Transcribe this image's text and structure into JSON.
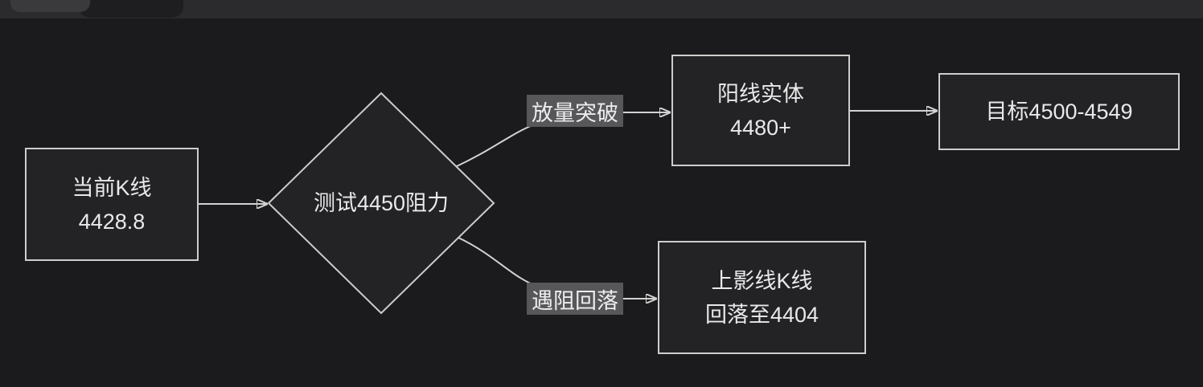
{
  "colors": {
    "canvas_background": "#1b1b1d",
    "node_fill": "#232326",
    "node_border": "#cdcdcd",
    "edge_line": "#d2d2d2",
    "edge_label_background": "#57575a",
    "text": "#e9e9e9",
    "tab_strip": "#2b2b2d",
    "tab_active": "#3a3a3d",
    "tab_inactive": "#1e1e20"
  },
  "flowchart": {
    "nodes": {
      "current_k": {
        "line1": "当前K线",
        "line2": "4428.8"
      },
      "decision": {
        "label": "测试4450阻力"
      },
      "bull_body": {
        "line1": "阳线实体",
        "line2": "4480+"
      },
      "target": {
        "label": "目标4500-4549"
      },
      "upper_shadow": {
        "line1": "上影线K线",
        "line2": "回落至4404"
      }
    },
    "edge_labels": {
      "breakout": "放量突破",
      "rejection": "遇阻回落"
    },
    "edges": [
      {
        "from": "current_k",
        "to": "decision",
        "label": ""
      },
      {
        "from": "decision",
        "to": "bull_body",
        "label": "放量突破"
      },
      {
        "from": "bull_body",
        "to": "target",
        "label": ""
      },
      {
        "from": "decision",
        "to": "upper_shadow",
        "label": "遇阻回落"
      }
    ]
  }
}
